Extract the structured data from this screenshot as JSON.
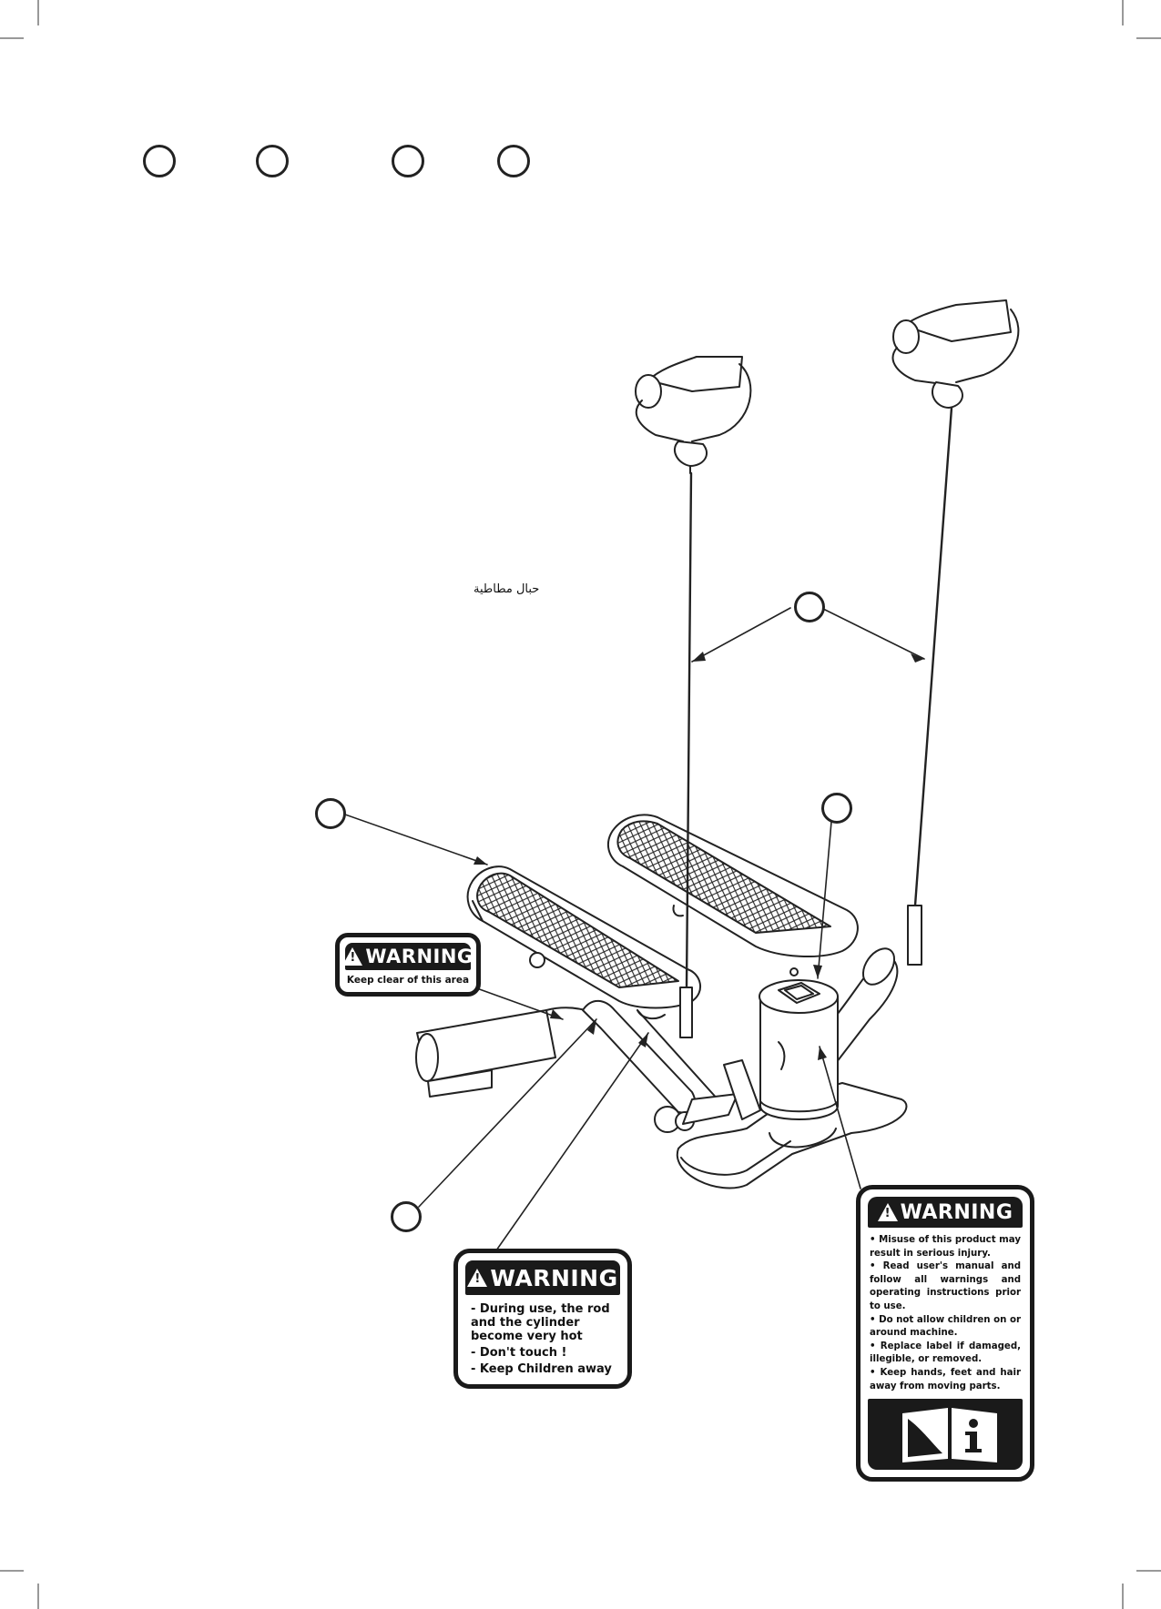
{
  "labels": {
    "arabic_resistance_bands": "حبال مطاطية"
  },
  "warnings": {
    "small": {
      "title": "WARNING",
      "subtitle": "Keep clear of this area"
    },
    "mid": {
      "title": "WARNING",
      "lines": [
        "- During use, the rod and the cylinder become very hot",
        "- Don't touch !",
        "- Keep Children away"
      ]
    },
    "large": {
      "title": "WARNING",
      "lines": [
        "• Misuse of this product may result in serious injury.",
        "• Read user's manual and follow all warnings and operating instructions prior to use.",
        "• Do not allow children on or around machine.",
        "• Replace label if damaged, illegible, or removed.",
        "• Keep hands, feet and hair away from moving parts."
      ]
    }
  },
  "icons": {
    "warning_symbol": "warning-triangle-icon",
    "manual_symbol": "read-manual-icon"
  },
  "colors": {
    "ink": "#1a1a1a",
    "paper": "#ffffff"
  }
}
